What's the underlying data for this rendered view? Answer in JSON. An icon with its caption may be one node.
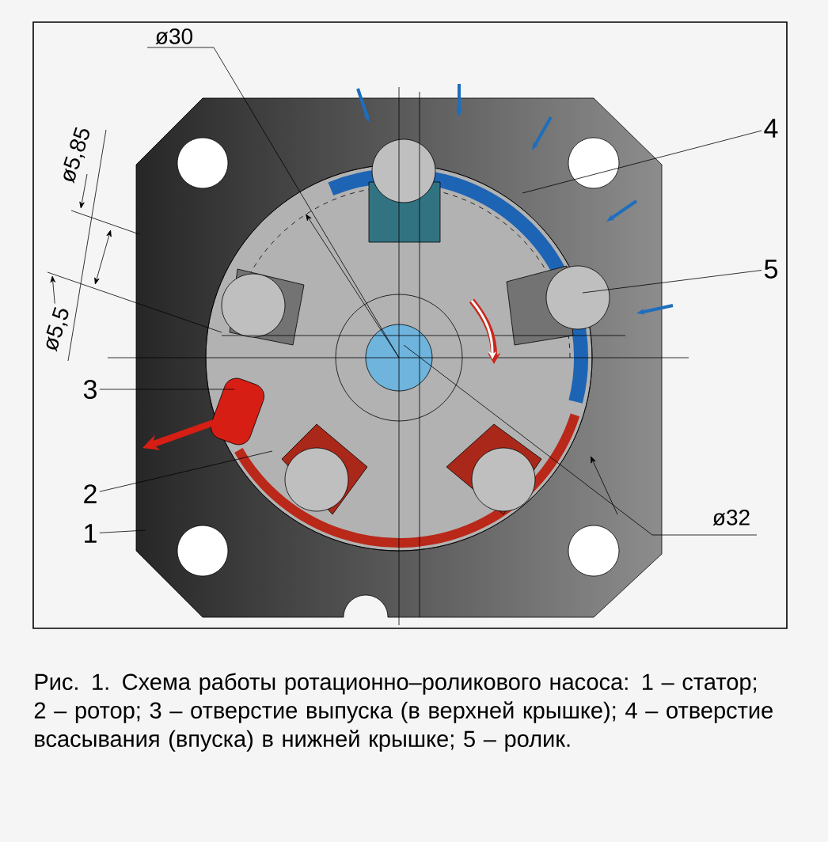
{
  "diagram": {
    "caption": "Рис. 1. Схема работы ротационно–роликового насоса: 1 – статор; 2 – ротор; 3 – отверстие выпуска (в верхней крышке); 4 – отверстие всасывания (впуска) в нижней крышке; 5 – ролик.",
    "nodes": [
      {
        "text": [
          "4"
        ]
      },
      {
        "text": [
          "5"
        ]
      },
      {
        "text": [
          "3"
        ]
      },
      {
        "text": [
          "2"
        ]
      },
      {
        "text": [
          "1"
        ]
      }
    ],
    "edges": [
      {
        "from": 0,
        "to": null,
        "arrow": "none"
      },
      {
        "from": 1,
        "to": null,
        "arrow": "none"
      },
      {
        "from": 2,
        "to": null,
        "arrow": "none"
      },
      {
        "from": 3,
        "to": null,
        "arrow": "none"
      },
      {
        "from": 4,
        "to": null,
        "arrow": "none"
      }
    ],
    "labels": [
      "ø30",
      "ø5,85",
      "ø5,5",
      "ø32"
    ]
  }
}
